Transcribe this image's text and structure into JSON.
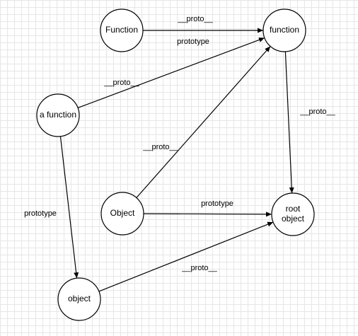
{
  "nodes": {
    "Function": {
      "lines": [
        "Function"
      ]
    },
    "function": {
      "lines": [
        "function"
      ]
    },
    "a_function": {
      "lines": [
        "a function"
      ]
    },
    "Object": {
      "lines": [
        "Object"
      ]
    },
    "root_object": {
      "lines": [
        "root",
        "object"
      ]
    },
    "object": {
      "lines": [
        "object"
      ]
    }
  },
  "edges": [
    {
      "from": "Function",
      "to": "function",
      "label": "__proto__"
    },
    {
      "from": "a_function",
      "to": "function",
      "label": "__proto__"
    },
    {
      "from": "Object",
      "to": "function",
      "label": "__proto__"
    },
    {
      "from": "function",
      "to": "root_object",
      "label": "__proto__"
    },
    {
      "from": "Object",
      "to": "root_object",
      "label": "prototype"
    },
    {
      "from": "a_function",
      "to": "object",
      "label": "prototype"
    },
    {
      "from": "object",
      "to": "root_object",
      "label": "__proto__"
    }
  ],
  "free_labels": {
    "function_prototype": "prototype"
  }
}
